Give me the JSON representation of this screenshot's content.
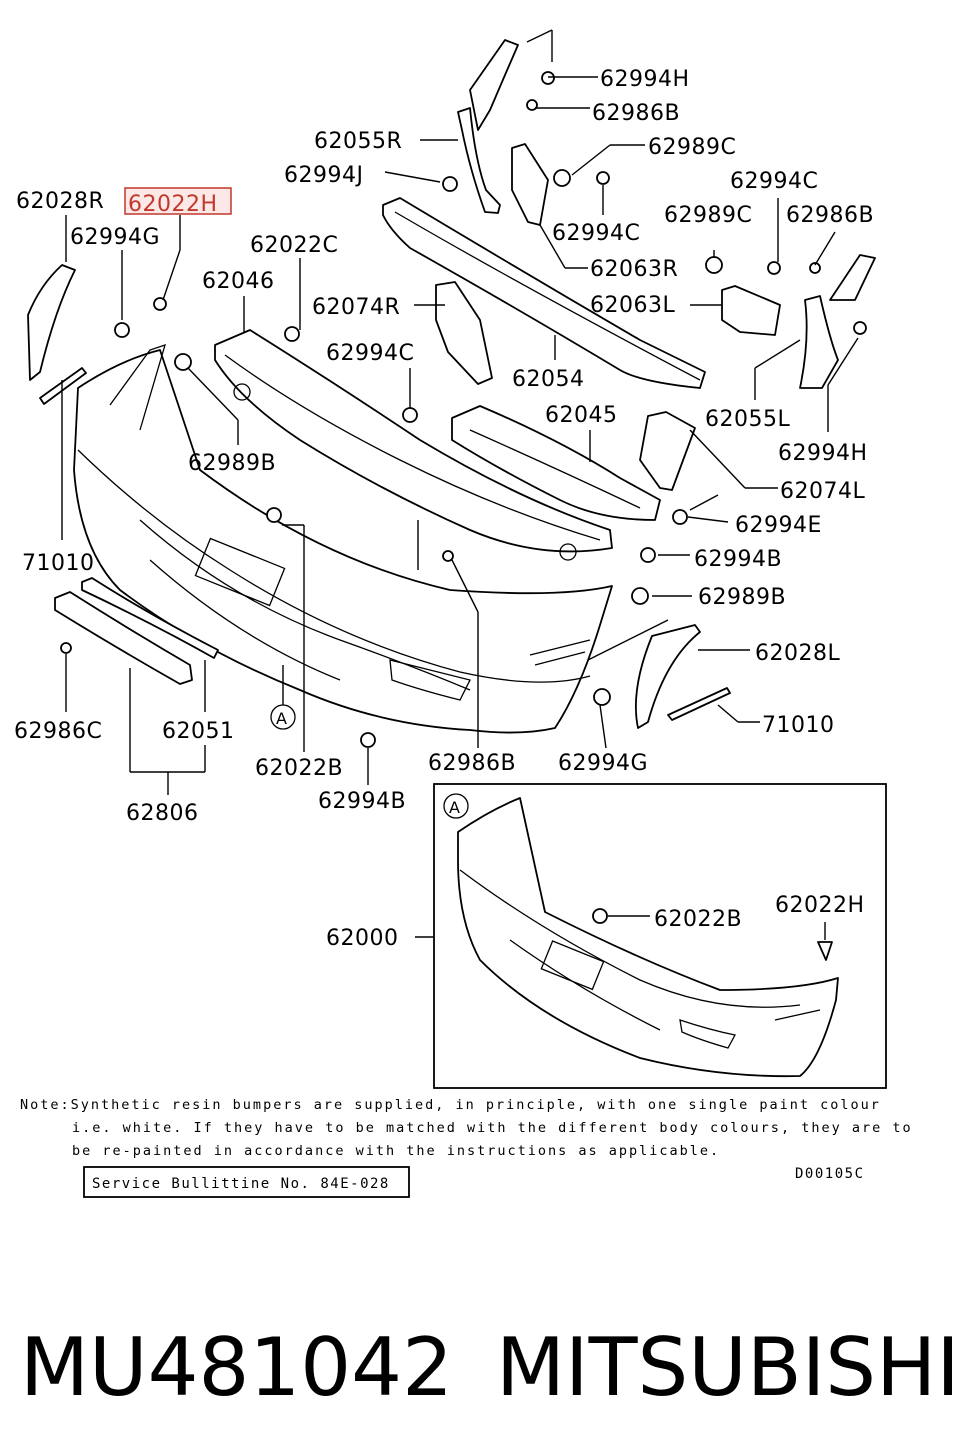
{
  "labels": {
    "p62994H_top": "62994H",
    "p62986B_top": "62986B",
    "p62055R": "62055R",
    "p62989C_top": "62989C",
    "p62994J": "62994J",
    "p62994C_r": "62994C",
    "p62028R": "62028R",
    "p62022H_hl": "62022H",
    "p62994C_mid": "62994C",
    "p62989C_r": "62989C",
    "p62986B_r": "62986B",
    "p62994G_l": "62994G",
    "p62022C": "62022C",
    "p62063R": "62063R",
    "p62046": "62046",
    "p62074R": "62074R",
    "p62063L": "62063L",
    "p62994C_c": "62994C",
    "p62054": "62054",
    "p62045": "62045",
    "p62055L": "62055L",
    "p62989B_l": "62989B",
    "p62994H_r": "62994H",
    "p62074L": "62074L",
    "p62994E": "62994E",
    "p71010_l": "71010",
    "p62994B_r": "62994B",
    "p62989B_r": "62989B",
    "p62028L": "62028L",
    "p71010_r": "71010",
    "p62986C": "62986C",
    "p62051": "62051",
    "p62022B": "62022B",
    "p62986B_b": "62986B",
    "p62994G_b": "62994G",
    "p62994B_b": "62994B",
    "p62806": "62806",
    "p62000": "62000",
    "p62022B_in": "62022B",
    "p62022H_in": "62022H",
    "marker_a": "A",
    "marker_a_inset": "A"
  },
  "note": {
    "line1": "Note:Synthetic resin bumpers are supplied, in principle, with one single paint colour",
    "line2": "i.e. white. If they have to be matched with the different body colours, they are to",
    "line3": "be re-painted in accordance with the instructions as applicable."
  },
  "bulletin": "Service Bullittine No. 84E-028",
  "diagram_code": "D00105C",
  "footer": {
    "part_number": "MU481042",
    "brand": "MITSUBISHI"
  },
  "colors": {
    "highlight_border": "#c0392b",
    "highlight_fill": "#fde8e8"
  }
}
